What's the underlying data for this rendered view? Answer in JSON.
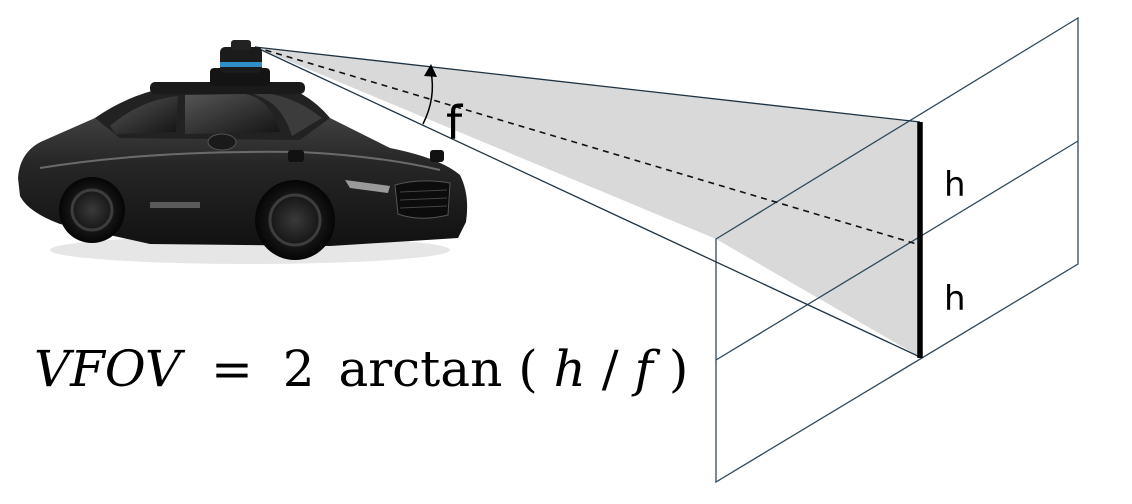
{
  "labels": {
    "focal_length": "f",
    "upper_half_height": "h",
    "lower_half_height": "h"
  },
  "formula": {
    "lhs": "VFOV",
    "equals": "=",
    "coefficient": "2",
    "function": "arctan",
    "open_paren": "(",
    "numerator": "h",
    "slash": "/",
    "denominator": "f",
    "close_paren": ")"
  },
  "colors": {
    "frustum_fill": "#d9d9d9",
    "plane_edge": "#2f4a5c",
    "car_body": "#1c1c1c"
  },
  "icons": {
    "vehicle": "autonomous-car-illustration",
    "sensor": "lidar-sensor-dome"
  }
}
